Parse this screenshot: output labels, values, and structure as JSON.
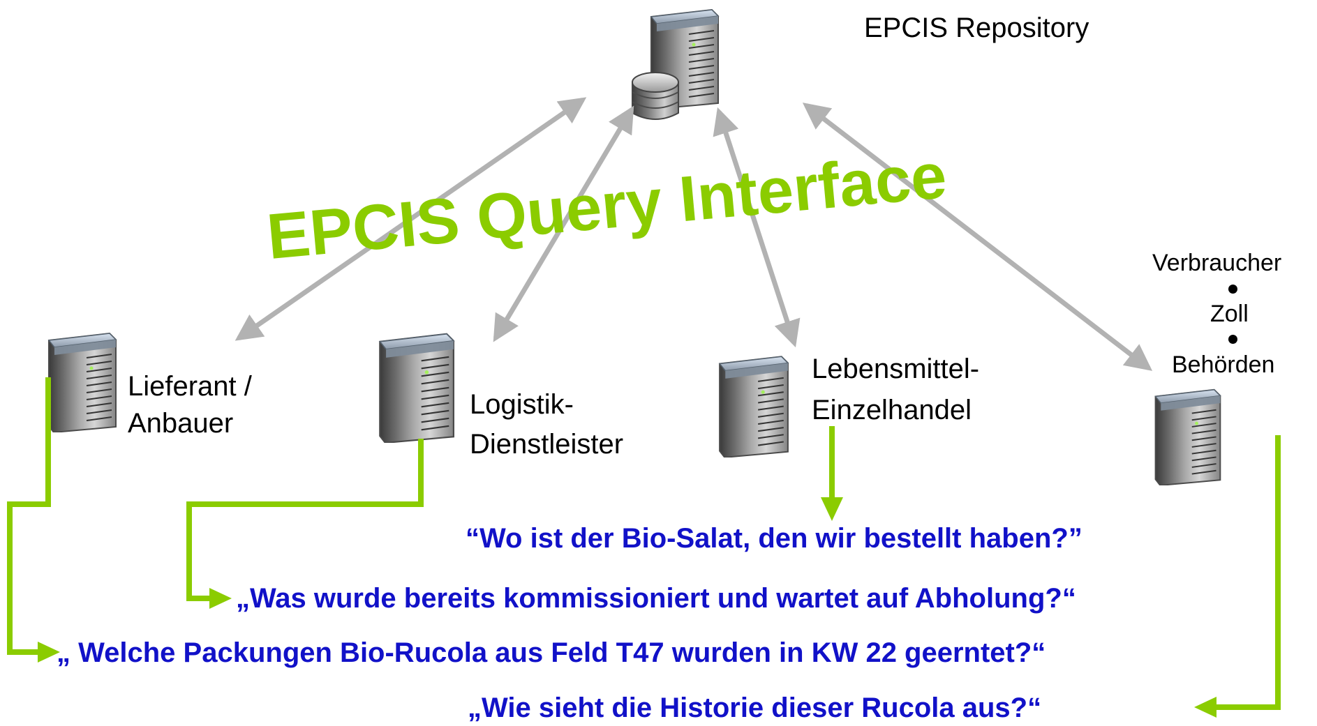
{
  "repository": {
    "label": "EPCIS Repository"
  },
  "interface_title": "EPCIS Query Interface",
  "nodes": {
    "supplier": {
      "line1": "Lieferant /",
      "line2": "Anbauer"
    },
    "logistics": {
      "line1": "Logistik-",
      "line2": "Dienstleister"
    },
    "retail": {
      "line1": "Lebensmittel-",
      "line2": "Einzelhandel"
    },
    "authorities": {
      "line1": "Verbraucher",
      "line2": "Zoll",
      "line3": "Behörden"
    }
  },
  "questions": {
    "retail": "“Wo ist der Bio-Salat, den wir bestellt haben?”",
    "logistics": "„Was wurde bereits kommissioniert und wartet auf Abholung?“",
    "supplier": "„ Welche Packungen Bio-Rucola aus Feld T47 wurden in KW 22 geerntet?“",
    "authorities": "„Wie sieht die Historie dieser Rucola aus?“"
  },
  "colors": {
    "green": "#8bcc00",
    "blue": "#1111c8",
    "gray_arrow": "#b2b2b2"
  }
}
